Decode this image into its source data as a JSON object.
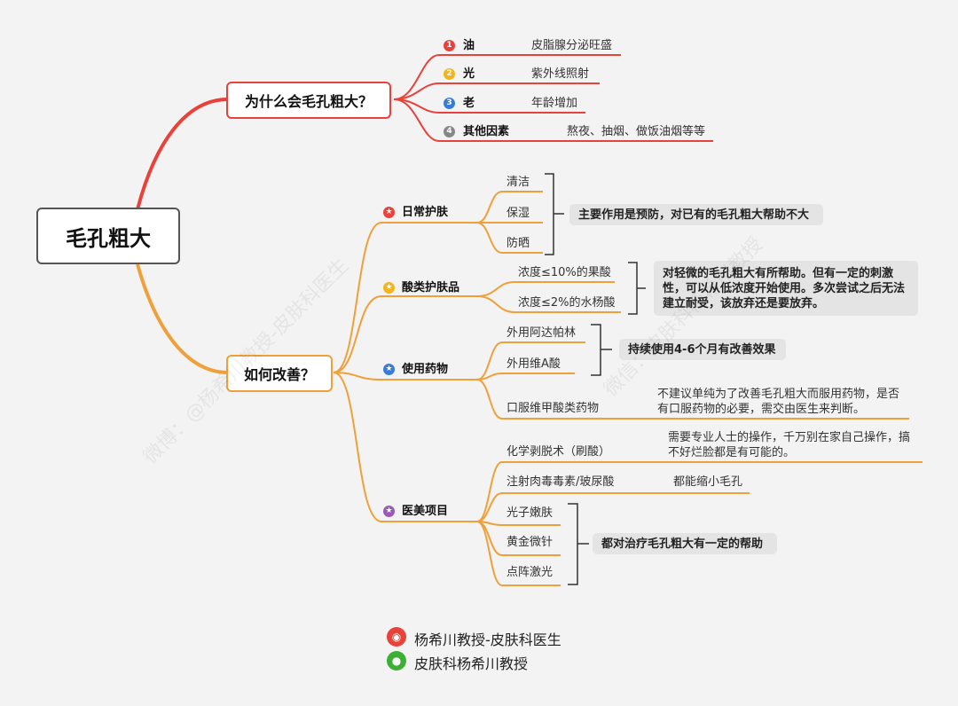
{
  "root": "毛孔粗大",
  "why": {
    "title": "为什么会毛孔粗大？",
    "items": [
      {
        "num": "1",
        "label": "油",
        "desc": "皮脂腺分泌旺盛"
      },
      {
        "num": "2",
        "label": "光",
        "desc": "紫外线照射"
      },
      {
        "num": "3",
        "label": "老",
        "desc": "年龄增加"
      },
      {
        "num": "4",
        "label": "其他因素",
        "desc": "熬夜、抽烟、做饭油烟等等"
      }
    ]
  },
  "how": {
    "title": "如何改善？",
    "daily": {
      "label": "日常护肤",
      "items": [
        "清洁",
        "保湿",
        "防晒"
      ],
      "note": "主要作用是预防，对已有的毛孔粗大帮助不大"
    },
    "acid": {
      "label": "酸类护肤品",
      "items": [
        "浓度≤10%的果酸",
        "浓度≤2%的水杨酸"
      ],
      "note": "对轻微的毛孔粗大有所帮助。但有一定的刺激性，可以从低浓度开始使用。多次尝试之后无法建立耐受，该放弃还是要放弃。"
    },
    "drug": {
      "label": "使用药物",
      "items": [
        "外用阿达帕林",
        "外用维A酸"
      ],
      "note": "持续使用4-6个月有改善效果",
      "oral": "口服维甲酸类药物",
      "oral_note_1": "不建议单纯为了改善毛孔粗大而服用药物，是否",
      "oral_note_2": "有口服药物的必要，需交由医生来判断。"
    },
    "cosmetic": {
      "label": "医美项目",
      "peel": "化学剥脱术（刷酸）",
      "peel_note_1": "需要专业人士的操作，千万别在家自己操作，搞",
      "peel_note_2": "不好烂脸都是有可能的。",
      "inject": "注射肉毒毒素/玻尿酸",
      "inject_note": "都能缩小毛孔",
      "items": [
        "光子嫩肤",
        "黄金微针",
        "点阵激光"
      ],
      "note": "都对治疗毛孔粗大有一定的帮助"
    }
  },
  "footer": {
    "weibo": "杨希川教授-皮肤科医生",
    "wechat": "皮肤科杨希川教授"
  },
  "watermarks": [
    "微博：@杨希川教授-皮肤科医生",
    "微信：皮肤科杨希川教授"
  ],
  "colors": {
    "red": "#e8423a",
    "orange": "#f0a03a",
    "yellow": "#f4b41a",
    "blue": "#3a7bd5",
    "purple": "#9b59b6",
    "gray": "#888888"
  },
  "icons": {
    "why_items": [
      "number-1-icon",
      "number-2-icon",
      "number-3-icon",
      "number-4-icon"
    ],
    "how_items": [
      "star-icon",
      "star-icon",
      "star-icon",
      "star-icon"
    ],
    "footer": [
      "weibo-icon",
      "wechat-icon"
    ]
  }
}
